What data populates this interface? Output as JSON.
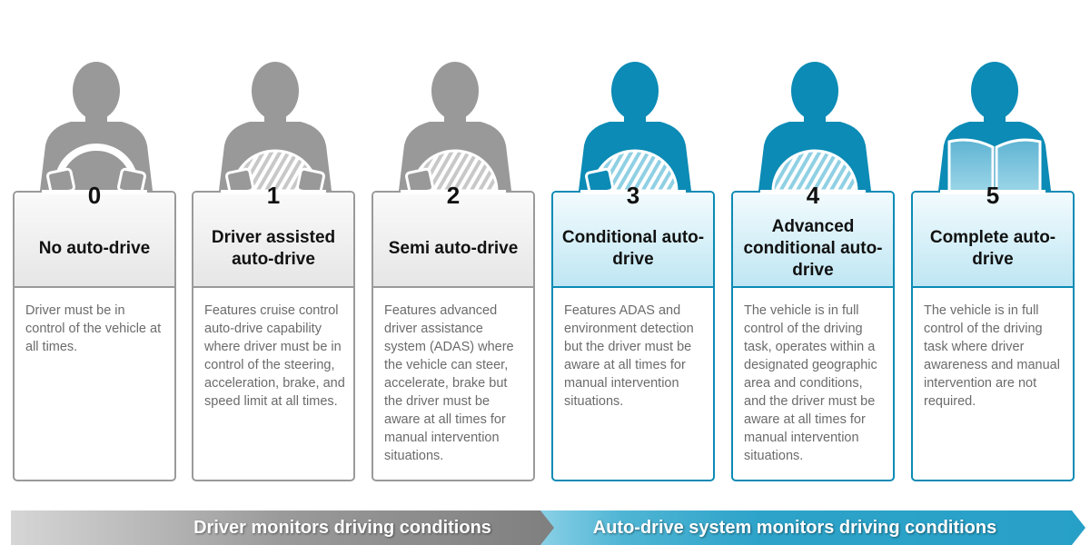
{
  "levels": [
    {
      "number": "0",
      "title": "No auto-drive",
      "description": "Driver must be in control of the vehicle at all times.",
      "icon": "driver-both-hands-on-wheel-icon",
      "theme": "gray"
    },
    {
      "number": "1",
      "title": "Driver assisted auto-drive",
      "description": "Features cruise control auto-drive capability where driver must be in control of the steering, acceleration, brake, and speed limit at all times.",
      "icon": "driver-both-hands-assisted-wheel-icon",
      "theme": "gray"
    },
    {
      "number": "2",
      "title": "Semi auto-drive",
      "description": "Features advanced driver assistance system (ADAS) where the vehicle can steer, accelerate, brake but the driver must be aware at all times for manual intervention situations.",
      "icon": "driver-one-hand-wheel-icon",
      "theme": "gray"
    },
    {
      "number": "3",
      "title": "Conditional auto-drive",
      "description": "Features ADAS and environment detection but the driver must be aware at all times for manual intervention situations.",
      "icon": "driver-one-hand-wheel-icon",
      "theme": "blue"
    },
    {
      "number": "4",
      "title": "Advanced conditional auto-drive",
      "description": "The vehicle is in full control of the driving task, operates within a designated geographic area and conditions, and the driver must be aware at all times for manual intervention situations.",
      "icon": "driver-hands-off-wheel-icon",
      "theme": "blue"
    },
    {
      "number": "5",
      "title": "Complete auto-drive",
      "description": "The vehicle is in full control of the driving task where driver awareness and manual intervention are not required.",
      "icon": "driver-reading-book-icon",
      "theme": "blue"
    }
  ],
  "footer": {
    "left_label": "Driver monitors driving conditions",
    "right_label": "Auto-drive system monitors driving conditions"
  },
  "colors": {
    "gray_figure": "#999999",
    "blue_figure": "#0b8bb5",
    "gray_border": "#9a9a9a",
    "blue_border": "#0b8bb5",
    "hatch_gray": "#c8c8c8",
    "hatch_blue": "#8fd0e4"
  }
}
